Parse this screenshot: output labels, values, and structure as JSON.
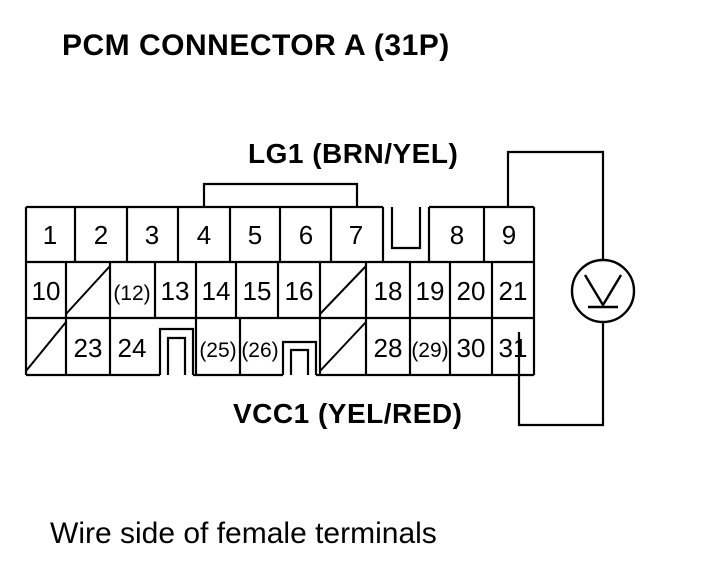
{
  "title": "PCM CONNECTOR A (31P)",
  "wire_labels": {
    "top": "LG1 (BRN/YEL)",
    "bottom": "VCC1 (YEL/RED)"
  },
  "caption": "Wire side of female terminals",
  "connector": {
    "row1": [
      "1",
      "2",
      "3",
      "4",
      "5",
      "6",
      "7",
      "8",
      "9"
    ],
    "row2": [
      "10",
      "(12)",
      "13",
      "14",
      "15",
      "16",
      "18",
      "19",
      "20",
      "21"
    ],
    "row3": [
      "23",
      "24",
      "(25)",
      "(26)",
      "28",
      "(29)",
      "30",
      "31"
    ]
  },
  "meter_icon": "voltmeter-icon"
}
